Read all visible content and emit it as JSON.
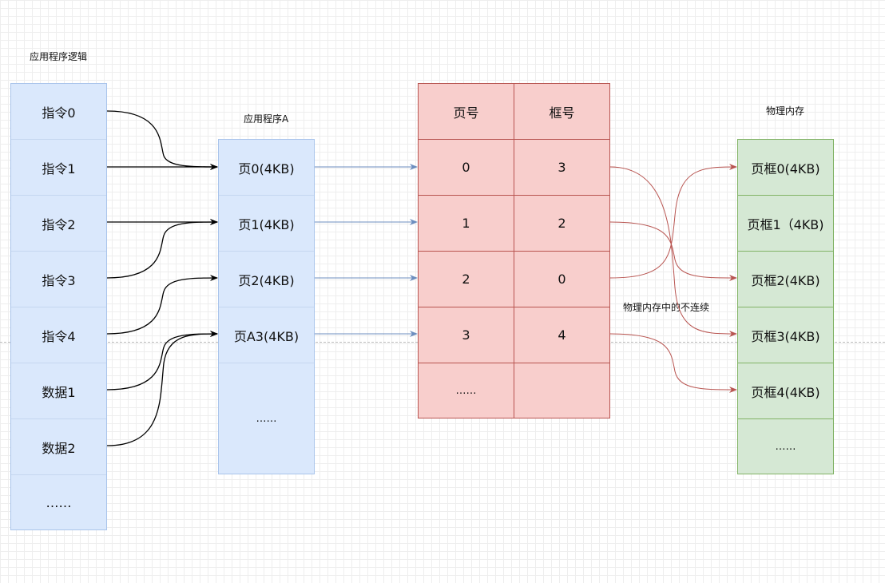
{
  "titles": {
    "logic": "应用程序逻辑",
    "app": "应用程序A",
    "phys": "物理内存",
    "note": "物理内存中的不连续"
  },
  "logic_cells": [
    "指令0",
    "指令1",
    "指令2",
    "指令3",
    "指令4",
    "数据1",
    "数据2",
    "……"
  ],
  "page_cells": [
    "页0(4KB)",
    "页1(4KB)",
    "页2(4KB)",
    "页A3(4KB)",
    "……"
  ],
  "table": {
    "headers": [
      "页号",
      "框号"
    ],
    "rows": [
      [
        "0",
        "3"
      ],
      [
        "1",
        "2"
      ],
      [
        "2",
        "0"
      ],
      [
        "3",
        "4"
      ],
      [
        "……",
        ""
      ]
    ]
  },
  "frame_cells": [
    "页框0(4KB)",
    "页框1（4KB)",
    "页框2(4KB)",
    "页框3(4KB)",
    "页框4(4KB)",
    "……"
  ],
  "colors": {
    "logic_fill": "#dae8fc",
    "table_fill": "#f8cecc",
    "frame_fill": "#d5e8d4",
    "blue_arrow": "#6c8ebf",
    "red_arrow": "#b85450"
  }
}
